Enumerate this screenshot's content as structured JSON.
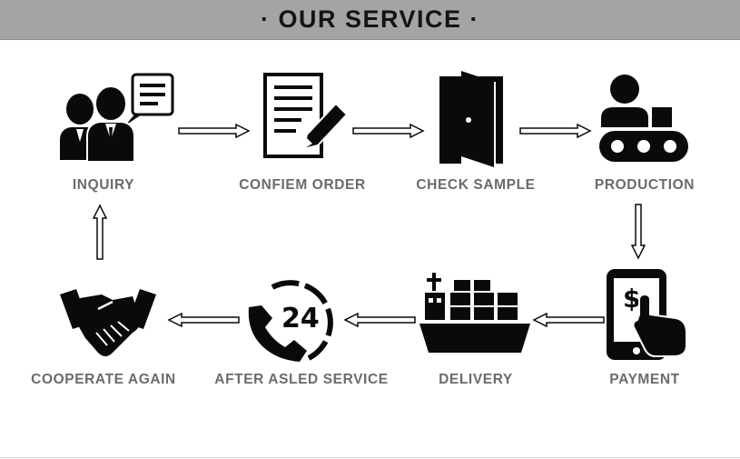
{
  "header": {
    "title": "· OUR SERVICE ·"
  },
  "steps": [
    {
      "label": "INQUIRY",
      "icon": "meeting-people-icon"
    },
    {
      "label": "CONFIEM ORDER",
      "icon": "document-pen-icon"
    },
    {
      "label": "CHECK SAMPLE",
      "icon": "open-door-icon"
    },
    {
      "label": "PRODUCTION",
      "icon": "conveyor-worker-icon"
    },
    {
      "label": "PAYMENT",
      "icon": "phone-payment-icon"
    },
    {
      "label": "DELIVERY",
      "icon": "cargo-ship-icon"
    },
    {
      "label": "AFTER ASLED SERVICE",
      "icon": "support-24-icon"
    },
    {
      "label": "COOPERATE AGAIN",
      "icon": "handshake-icon"
    }
  ],
  "support_badge": "24",
  "colors": {
    "header_bg": "#a4a4a4",
    "title": "#141414",
    "label": "#6b6b6b",
    "icon": "#0a0a0a"
  }
}
